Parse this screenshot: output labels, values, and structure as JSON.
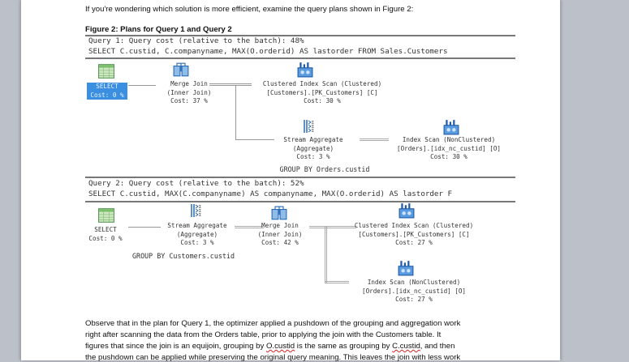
{
  "intro": "If you're wondering which solution is more efficient, examine the query plans shown in Figure 2:",
  "figure_caption": "Figure 2: Plans for Query 1 and Query 2",
  "query1": {
    "header": "Query 1: Query cost (relative to the batch): 48%",
    "sql": "SELECT C.custid, C.companyname, MAX(O.orderid) AS lastorder FROM Sales.Customers",
    "select": {
      "name": "SELECT",
      "cost": "Cost: 0 %"
    },
    "merge": {
      "name": "Merge Join",
      "sub": "(Inner Join)",
      "cost": "Cost: 37 %"
    },
    "clustered": {
      "name": "Clustered Index Scan (Clustered)",
      "sub": "[Customers].[PK_Customers] [C]",
      "cost": "Cost: 30 %"
    },
    "stream": {
      "name": "Stream Aggregate",
      "sub": "(Aggregate)",
      "cost": "Cost: 3 %",
      "note": "GROUP BY Orders.custid"
    },
    "index": {
      "name": "Index Scan (NonClustered)",
      "sub": "[Orders].[idx_nc_custid] [O]",
      "cost": "Cost: 30 %"
    }
  },
  "query2": {
    "header": "Query 2: Query cost (relative to the batch): 52%",
    "sql": "SELECT C.custid, MAX(C.companyname) AS companyname, MAX(O.orderid) AS lastorder F",
    "select": {
      "name": "SELECT",
      "cost": "Cost: 0 %"
    },
    "stream": {
      "name": "Stream Aggregate",
      "sub": "(Aggregate)",
      "cost": "Cost: 3 %",
      "note": "GROUP BY Customers.custid"
    },
    "merge": {
      "name": "Merge Join",
      "sub": "(Inner Join)",
      "cost": "Cost: 42 %"
    },
    "clustered": {
      "name": "Clustered Index Scan (Clustered)",
      "sub": "[Customers].[PK_Customers] [C]",
      "cost": "Cost: 27 %"
    },
    "index": {
      "name": "Index Scan (NonClustered)",
      "sub": "[Orders].[idx_nc_custid] [O]",
      "cost": "Cost: 27 %"
    }
  },
  "body": {
    "l1": "Observe that in the plan for Query 1, the optimizer applied a pushdown of the grouping and aggregation work",
    "l2": "right after scanning the data from the Orders table, prior to applying the join with the Customers table. It",
    "l3a": "figures that since the join is an equijoin, grouping by ",
    "l3b": "O.custid",
    "l3c": " is the same as grouping by ",
    "l3d": "C.custid",
    "l3e": ", and then",
    "l4": "the pushdown can be applied while preserving the original query meaning. This leaves the join with less work"
  }
}
